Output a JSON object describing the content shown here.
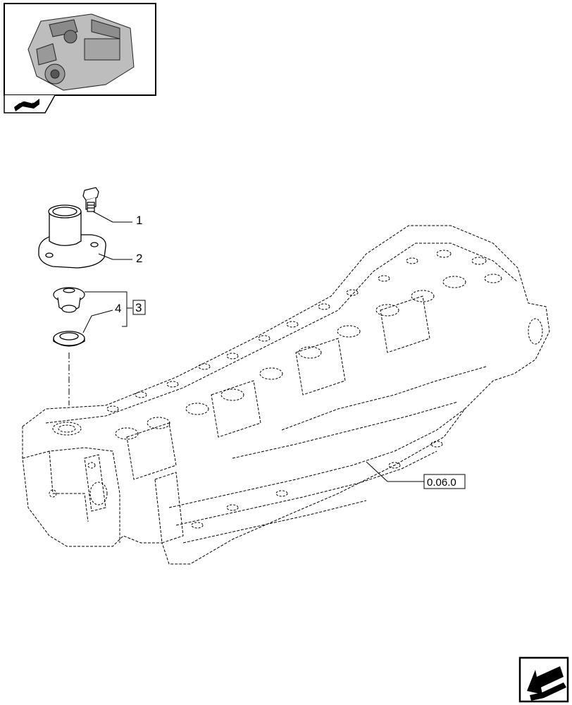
{
  "callouts": [
    {
      "id": "1",
      "label": "1"
    },
    {
      "id": "2",
      "label": "2"
    },
    {
      "id": "3",
      "label": "3"
    },
    {
      "id": "4",
      "label": "4"
    }
  ],
  "reference": {
    "label": "0.06.0"
  },
  "icons": {
    "thumbnail": "engine-thumbnail-icon",
    "section": "section-book-icon",
    "navigation": "next-page-arrow-icon"
  },
  "colors": {
    "ink": "#000000",
    "paper": "#ffffff",
    "thumb_fill": "#bdbdbd"
  }
}
